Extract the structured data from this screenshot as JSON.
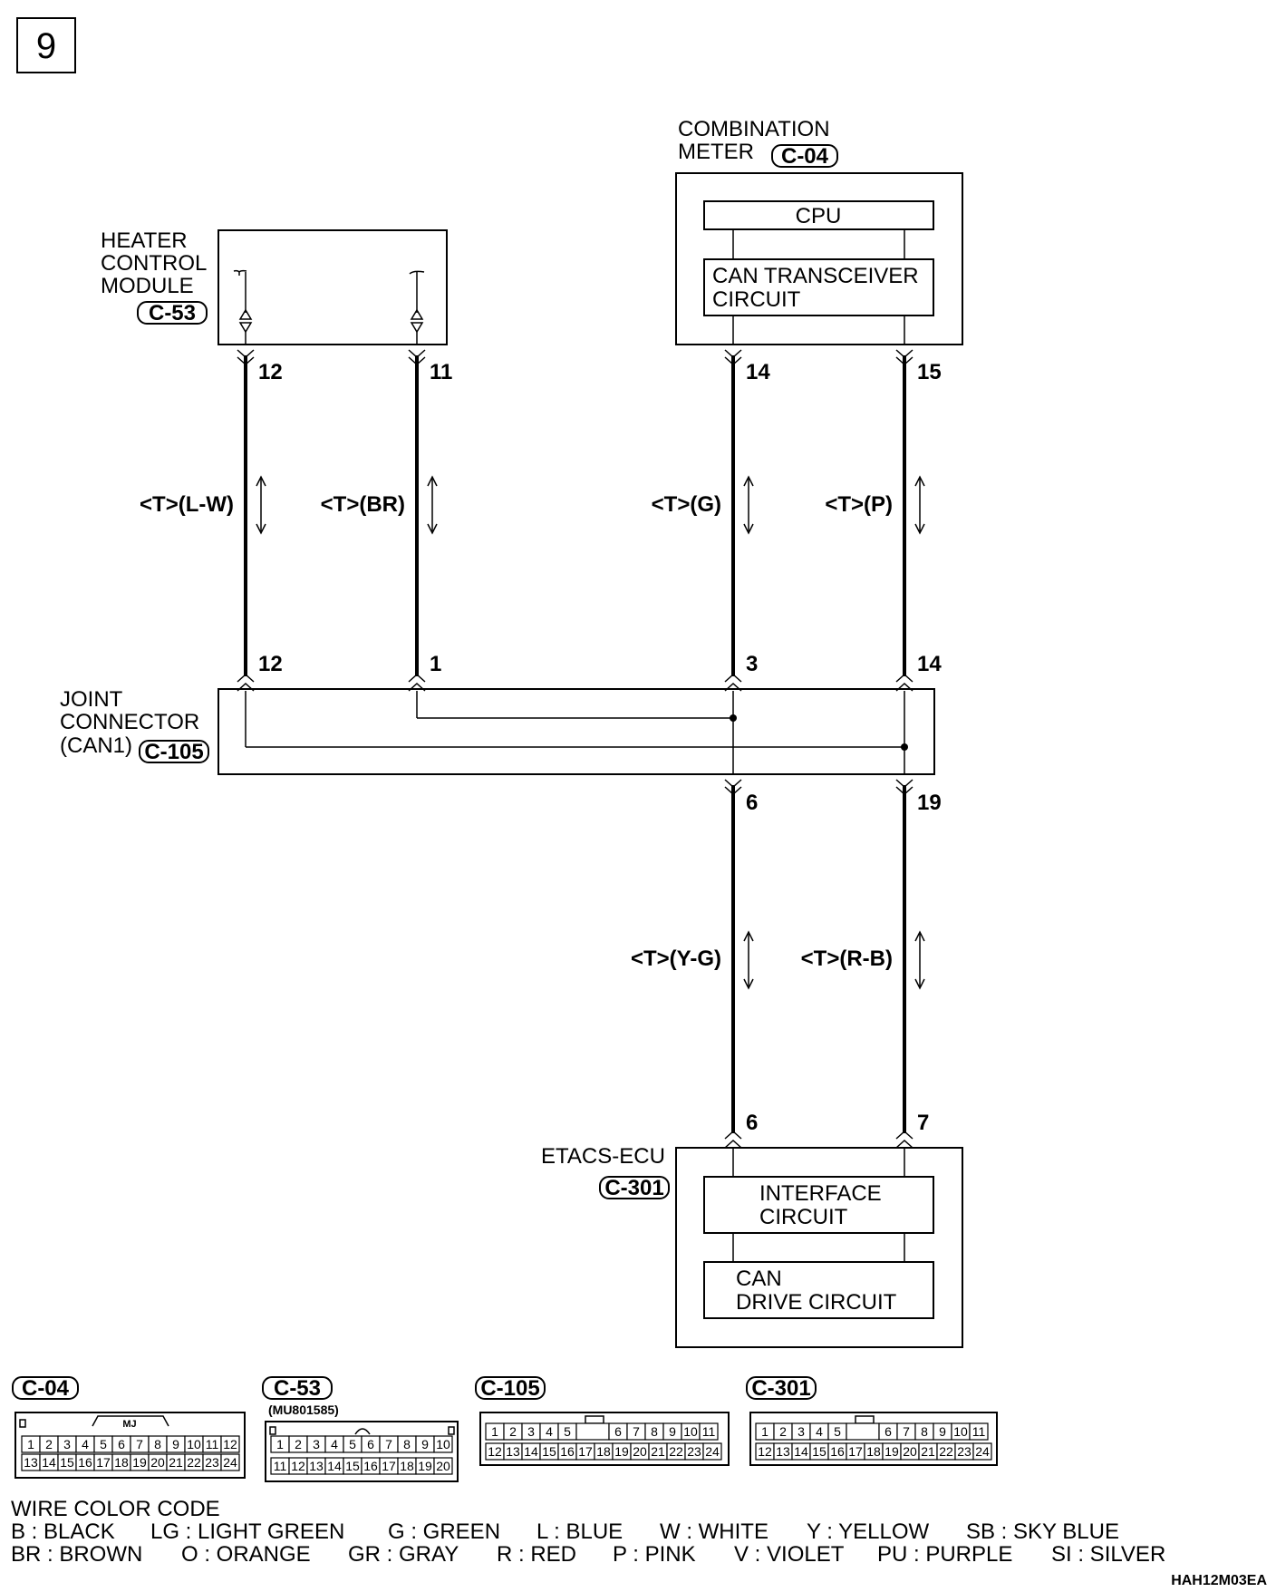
{
  "page_number": "9",
  "diagram_id": "HAH12M03EA",
  "components": {
    "meter": {
      "name_line1": "COMBINATION",
      "name_line2": "METER",
      "connector": "C-04",
      "cpu": "CPU",
      "transceiver_line1": "CAN TRANSCEIVER",
      "transceiver_line2": "CIRCUIT"
    },
    "heater": {
      "name_line1": "HEATER",
      "name_line2": "CONTROL",
      "name_line3": "MODULE",
      "connector": "C-53"
    },
    "joint": {
      "name_line1": "JOINT",
      "name_line2": "CONNECTOR",
      "name_line3": "(CAN1)",
      "connector": "C-105"
    },
    "etacs": {
      "name": "ETACS-ECU",
      "connector": "C-301",
      "interface_line1": "INTERFACE",
      "interface_line2": "CIRCUIT",
      "drive_line1": "CAN",
      "drive_line2": "DRIVE CIRCUIT"
    }
  },
  "pins": {
    "heater_l": "12",
    "heater_r": "11",
    "meter_l": "14",
    "meter_r": "15",
    "joint_top_1": "12",
    "joint_top_2": "1",
    "joint_top_3": "3",
    "joint_top_4": "14",
    "joint_bot_1": "6",
    "joint_bot_2": "19",
    "etacs_l": "6",
    "etacs_r": "7"
  },
  "wire_labels": {
    "w1": "<T>(L-W)",
    "w2": "<T>(BR)",
    "w3": "<T>(G)",
    "w4": "<T>(P)",
    "w5": "<T>(Y-G)",
    "w6": "<T>(R-B)"
  },
  "connector_views": {
    "c04": {
      "label": "C-04",
      "tag": "MJ",
      "row1": [
        "1",
        "2",
        "3",
        "4",
        "5",
        "6",
        "7",
        "8",
        "9",
        "10",
        "11",
        "12"
      ],
      "row2": [
        "13",
        "14",
        "15",
        "16",
        "17",
        "18",
        "19",
        "20",
        "21",
        "22",
        "23",
        "24"
      ]
    },
    "c53": {
      "label": "C-53",
      "part": "(MU801585)",
      "row1": [
        "1",
        "2",
        "3",
        "4",
        "5",
        "6",
        "7",
        "8",
        "9",
        "10"
      ],
      "row2": [
        "11",
        "12",
        "13",
        "14",
        "15",
        "16",
        "17",
        "18",
        "19",
        "20"
      ]
    },
    "c105": {
      "label": "C-105",
      "row1": [
        "1",
        "2",
        "3",
        "4",
        "5",
        "",
        "6",
        "7",
        "8",
        "9",
        "10",
        "11"
      ],
      "row2": [
        "12",
        "13",
        "14",
        "15",
        "16",
        "17",
        "18",
        "19",
        "20",
        "21",
        "22",
        "23",
        "24"
      ]
    },
    "c301": {
      "label": "C-301",
      "row1": [
        "1",
        "2",
        "3",
        "4",
        "5",
        "",
        "6",
        "7",
        "8",
        "9",
        "10",
        "11"
      ],
      "row2": [
        "12",
        "13",
        "14",
        "15",
        "16",
        "17",
        "18",
        "19",
        "20",
        "21",
        "22",
        "23",
        "24"
      ]
    }
  },
  "wire_color_code": {
    "title": "WIRE COLOR CODE",
    "line1": [
      "B : BLACK",
      "LG : LIGHT GREEN",
      "G : GREEN",
      "L : BLUE",
      "W : WHITE",
      "Y : YELLOW",
      "SB : SKY BLUE"
    ],
    "line2": [
      "BR : BROWN",
      "O : ORANGE",
      "GR : GRAY",
      "R : RED",
      "P : PINK",
      "V : VIOLET",
      "PU : PURPLE",
      "SI : SILVER"
    ]
  }
}
